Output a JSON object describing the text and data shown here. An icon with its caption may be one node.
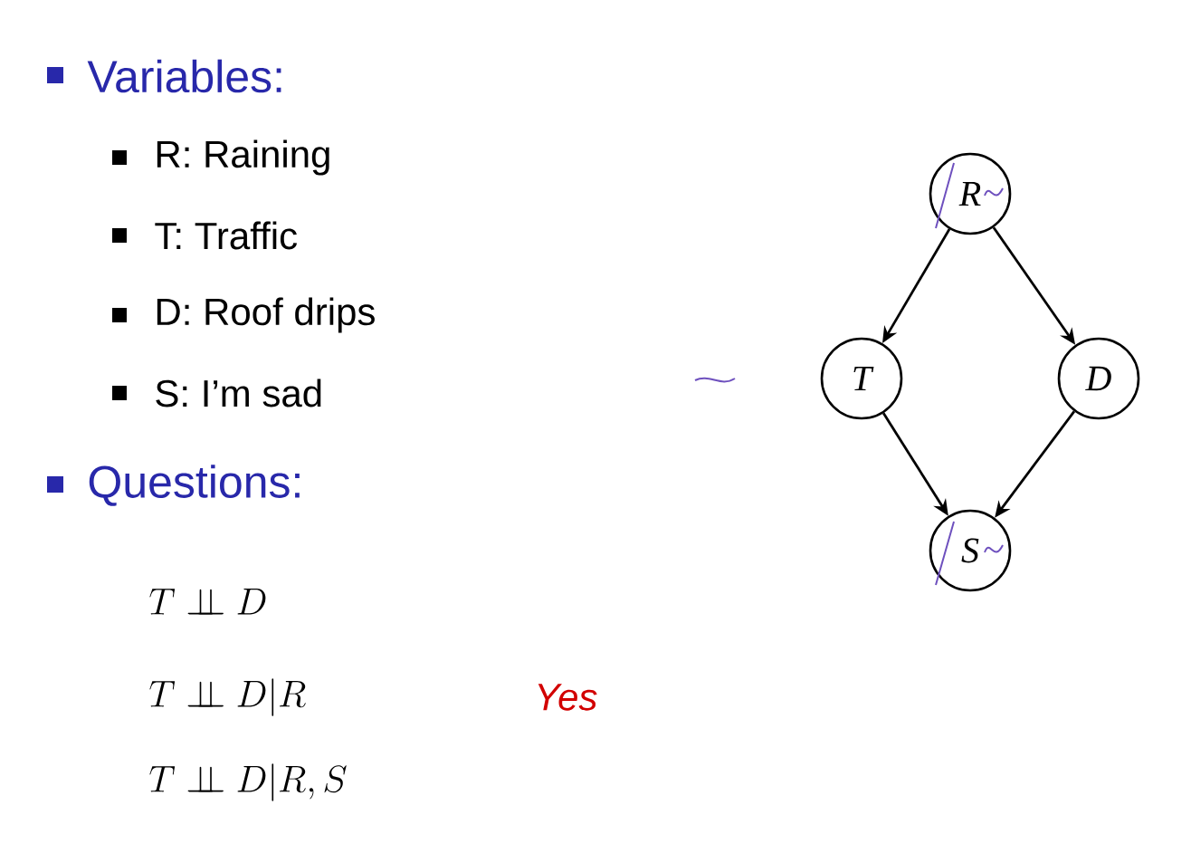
{
  "diagram": {
    "nodes": [
      {
        "text": [
          "R"
        ]
      },
      {
        "text": [
          "T"
        ]
      },
      {
        "text": [
          "D"
        ]
      },
      {
        "text": [
          "S"
        ]
      }
    ],
    "edges": [
      {
        "from": 0,
        "to": 1,
        "arrow": "to"
      },
      {
        "from": 0,
        "to": 2,
        "arrow": "to"
      },
      {
        "from": 1,
        "to": 3,
        "arrow": "to"
      },
      {
        "from": 2,
        "to": 3,
        "arrow": "to"
      }
    ],
    "labels": [
      "Variables:",
      "R: Raining",
      "T: Traffic",
      "D: Roof drips",
      "S: I’m sad",
      "Questions:",
      "T \\perp\\!\\!\\!\\perp D",
      "T \\perp\\!\\!\\!\\perp D|R",
      "T \\perp\\!\\!\\!\\perp D|R, S",
      "Yes"
    ]
  }
}
